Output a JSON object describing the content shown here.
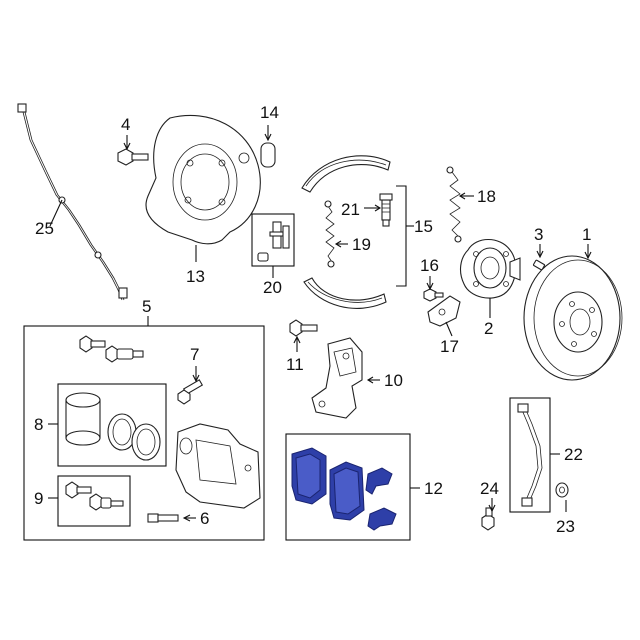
{
  "diagram": {
    "highlight_color": "#2e3fa8",
    "callouts": [
      {
        "id": "c1",
        "text": "1"
      },
      {
        "id": "c2",
        "text": "2"
      },
      {
        "id": "c3",
        "text": "3"
      },
      {
        "id": "c4",
        "text": "4"
      },
      {
        "id": "c5",
        "text": "5"
      },
      {
        "id": "c6",
        "text": "6"
      },
      {
        "id": "c7",
        "text": "7"
      },
      {
        "id": "c8",
        "text": "8"
      },
      {
        "id": "c9",
        "text": "9"
      },
      {
        "id": "c10",
        "text": "10"
      },
      {
        "id": "c11",
        "text": "11"
      },
      {
        "id": "c12",
        "text": "12"
      },
      {
        "id": "c13",
        "text": "13"
      },
      {
        "id": "c14",
        "text": "14"
      },
      {
        "id": "c15",
        "text": "15"
      },
      {
        "id": "c16",
        "text": "16"
      },
      {
        "id": "c17",
        "text": "17"
      },
      {
        "id": "c18",
        "text": "18"
      },
      {
        "id": "c19",
        "text": "19"
      },
      {
        "id": "c20",
        "text": "20"
      },
      {
        "id": "c21",
        "text": "21"
      },
      {
        "id": "c22",
        "text": "22"
      },
      {
        "id": "c23",
        "text": "23"
      },
      {
        "id": "c24",
        "text": "24"
      },
      {
        "id": "c25",
        "text": "25"
      }
    ]
  }
}
